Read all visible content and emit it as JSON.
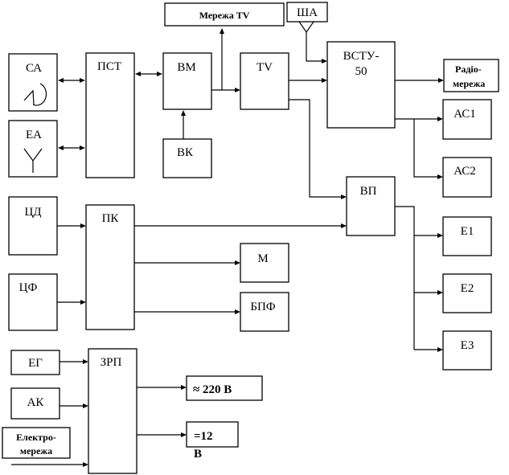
{
  "blocks": {
    "net_tv": "Мережа  TV",
    "sha": "ША",
    "ca": "СА",
    "ea": "ЕА",
    "pst": "ПСТ",
    "vm": "ВМ",
    "tv": "TV",
    "vstu_1": "ВСТУ-",
    "vstu_2": "50",
    "radio_1": "Радіо-",
    "radio_2": "мережа",
    "as1": "АС1",
    "as2": "АС2",
    "vk": "ВК",
    "vp": "ВП",
    "cd": "ЦД",
    "pk": "ПК",
    "m": "М",
    "bpf": "БПФ",
    "cf": "ЦФ",
    "e1": "Е1",
    "e2": "Е2",
    "e3": "Е3",
    "eg": "ЕГ",
    "ak": "АК",
    "zrp": "ЗРП",
    "v220": "≈ 220 В",
    "v12_1": "=12",
    "v12_2": "В",
    "power_1": "Електро-",
    "power_2": "мережа"
  }
}
